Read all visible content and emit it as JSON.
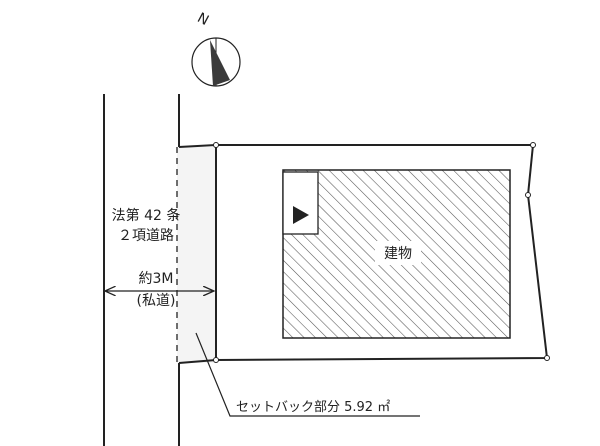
{
  "compass": {
    "north_letter": "N"
  },
  "road": {
    "law_line1": "法第 42 条",
    "law_line2": "２項道路",
    "width_label": "約3M",
    "type_label": "(私道)"
  },
  "building": {
    "label": "建物"
  },
  "setback": {
    "label": "セットバック部分 5.92 ㎡"
  },
  "colors": {
    "line": "#222222",
    "hatch": "#555555",
    "setback_fill": "#f4f4f4",
    "compass_fill": "#3a3a3a"
  }
}
